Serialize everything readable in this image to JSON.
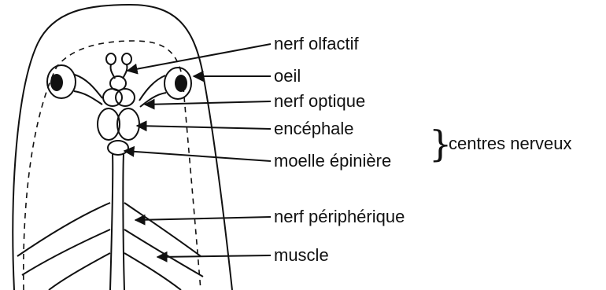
{
  "labels": {
    "olfactory_nerve": "nerf olfactif",
    "eye": "oeil",
    "optic_nerve": "nerf optique",
    "brain": "encéphale",
    "spinal_cord": "moelle épinière",
    "peripheral_nerve": "nerf périphérique",
    "muscle": "muscle",
    "nerve_centers": "centres nerveux"
  },
  "colors": {
    "ink": "#111111",
    "background": "#ffffff"
  }
}
